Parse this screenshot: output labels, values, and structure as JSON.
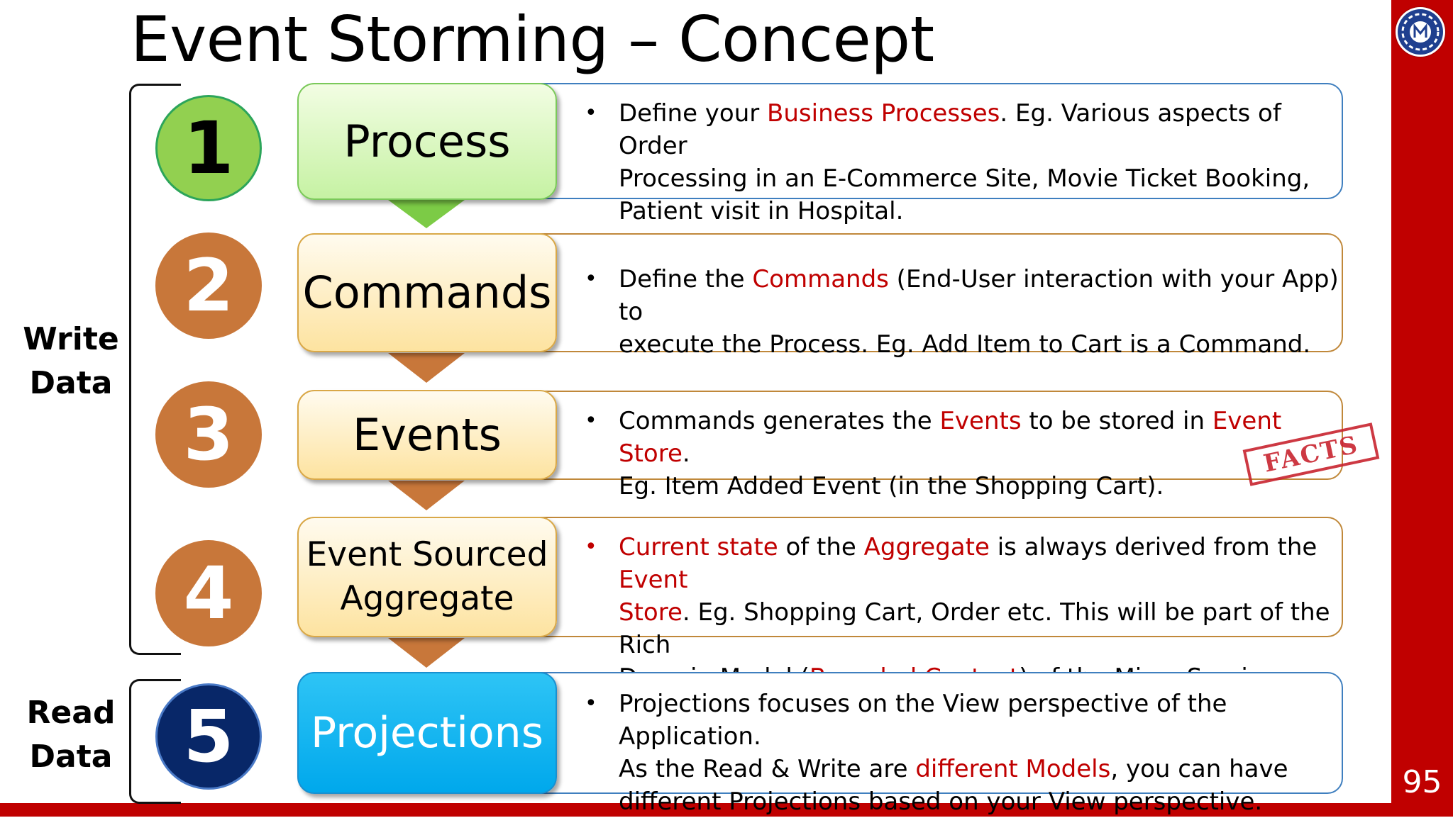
{
  "title": "Event Storming – Concept",
  "page_number": "95",
  "side_labels": {
    "write": [
      "Write",
      "Data"
    ],
    "read": [
      "Read",
      "Data"
    ]
  },
  "colors": {
    "accent_red": "#c00000",
    "green": "#92d050",
    "orange": "#c8773a",
    "navy": "#082768",
    "cyan": "#00b0f0"
  },
  "steps": [
    {
      "number": "1",
      "label_lines": [
        "Process"
      ],
      "desc_lines": [
        [
          {
            "t": "Define your "
          },
          {
            "t": "Business Processes",
            "hl": true
          },
          {
            "t": ". Eg. Various aspects of Order"
          }
        ],
        [
          {
            "t": "Processing in an E-Commerce Site, Movie Ticket Booking,"
          }
        ],
        [
          {
            "t": "Patient visit in Hospital."
          }
        ]
      ]
    },
    {
      "number": "2",
      "label_lines": [
        "Commands"
      ],
      "desc_lines": [
        [
          {
            "t": "Define the "
          },
          {
            "t": "Commands",
            "hl": true
          },
          {
            "t": " (End-User interaction with your App) to"
          }
        ],
        [
          {
            "t": "execute the Process. Eg. Add Item to Cart is a Command."
          }
        ]
      ]
    },
    {
      "number": "3",
      "label_lines": [
        "Events"
      ],
      "desc_lines": [
        [
          {
            "t": "Commands generates the "
          },
          {
            "t": "Events",
            "hl": true
          },
          {
            "t": " to be stored in "
          },
          {
            "t": "Event Store",
            "hl": true
          },
          {
            "t": "."
          }
        ],
        [
          {
            "t": "Eg. Item Added Event (in the Shopping Cart)."
          }
        ]
      ],
      "stamp": "FACTS"
    },
    {
      "number": "4",
      "label_lines": [
        "Event Sourced",
        "Aggregate"
      ],
      "desc_lines": [
        [
          {
            "t": "Current state",
            "hl": true
          },
          {
            "t": " of the "
          },
          {
            "t": "Aggregate",
            "hl": true
          },
          {
            "t": " is always derived from the "
          },
          {
            "t": "Event",
            "hl": true
          }
        ],
        [
          {
            "t": "Store",
            "hl": true
          },
          {
            "t": ". Eg. Shopping Cart, Order etc. This will be part of the Rich"
          }
        ],
        [
          {
            "t": "Domain Model ("
          },
          {
            "t": "Bounded Context",
            "hl": true
          },
          {
            "t": ") of the Micro Service."
          }
        ]
      ]
    },
    {
      "number": "5",
      "label_lines": [
        "Projections"
      ],
      "desc_lines": [
        [
          {
            "t": "Projections focuses on the View perspective of the Application."
          }
        ],
        [
          {
            "t": "As the Read & Write are "
          },
          {
            "t": "different Models",
            "hl": true
          },
          {
            "t": ", you can have"
          }
        ],
        [
          {
            "t": "different Projections based on your View perspective."
          }
        ]
      ]
    }
  ]
}
